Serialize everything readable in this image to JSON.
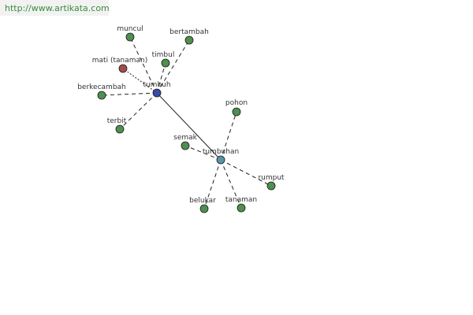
{
  "banner": {
    "url_text": "http://www.artikata.com"
  },
  "colors": {
    "leaf": "#4f8f4f",
    "hub_tumbuh": "#3a4aa8",
    "hub_tumbuhan": "#5a93a8",
    "special": "#a84a4a",
    "edge": "#222222"
  },
  "graph": {
    "nodes": [
      {
        "id": "tumbuh",
        "label": "tumbuh",
        "kind": "hub_tumbuh"
      },
      {
        "id": "tumbuhan",
        "label": "tumbuhan",
        "kind": "hub_tumbuhan"
      },
      {
        "id": "muncul",
        "label": "muncul",
        "kind": "leaf"
      },
      {
        "id": "bertambah",
        "label": "bertambah",
        "kind": "leaf"
      },
      {
        "id": "timbul",
        "label": "timbul",
        "kind": "leaf"
      },
      {
        "id": "mati",
        "label": "mati (tanaman)",
        "kind": "special"
      },
      {
        "id": "berkecambah",
        "label": "berkecambah",
        "kind": "leaf"
      },
      {
        "id": "terbit",
        "label": "terbit",
        "kind": "leaf"
      },
      {
        "id": "pohon",
        "label": "pohon",
        "kind": "leaf"
      },
      {
        "id": "semak",
        "label": "semak",
        "kind": "leaf"
      },
      {
        "id": "rumput",
        "label": "rumput",
        "kind": "leaf"
      },
      {
        "id": "belukar",
        "label": "belukar",
        "kind": "leaf"
      },
      {
        "id": "tanaman",
        "label": "tanaman",
        "kind": "leaf"
      }
    ],
    "edges": [
      {
        "from": "tumbuh",
        "to": "tumbuhan",
        "style": "solid"
      },
      {
        "from": "tumbuh",
        "to": "muncul",
        "style": "dashed"
      },
      {
        "from": "tumbuh",
        "to": "bertambah",
        "style": "dashed"
      },
      {
        "from": "tumbuh",
        "to": "timbul",
        "style": "dashed"
      },
      {
        "from": "tumbuh",
        "to": "mati",
        "style": "dotted"
      },
      {
        "from": "tumbuh",
        "to": "berkecambah",
        "style": "dashed"
      },
      {
        "from": "tumbuh",
        "to": "terbit",
        "style": "dashed"
      },
      {
        "from": "tumbuhan",
        "to": "pohon",
        "style": "dashed"
      },
      {
        "from": "tumbuhan",
        "to": "semak",
        "style": "dashed"
      },
      {
        "from": "tumbuhan",
        "to": "rumput",
        "style": "dashed"
      },
      {
        "from": "tumbuhan",
        "to": "belukar",
        "style": "dashed"
      },
      {
        "from": "tumbuhan",
        "to": "tanaman",
        "style": "dashed"
      }
    ]
  }
}
